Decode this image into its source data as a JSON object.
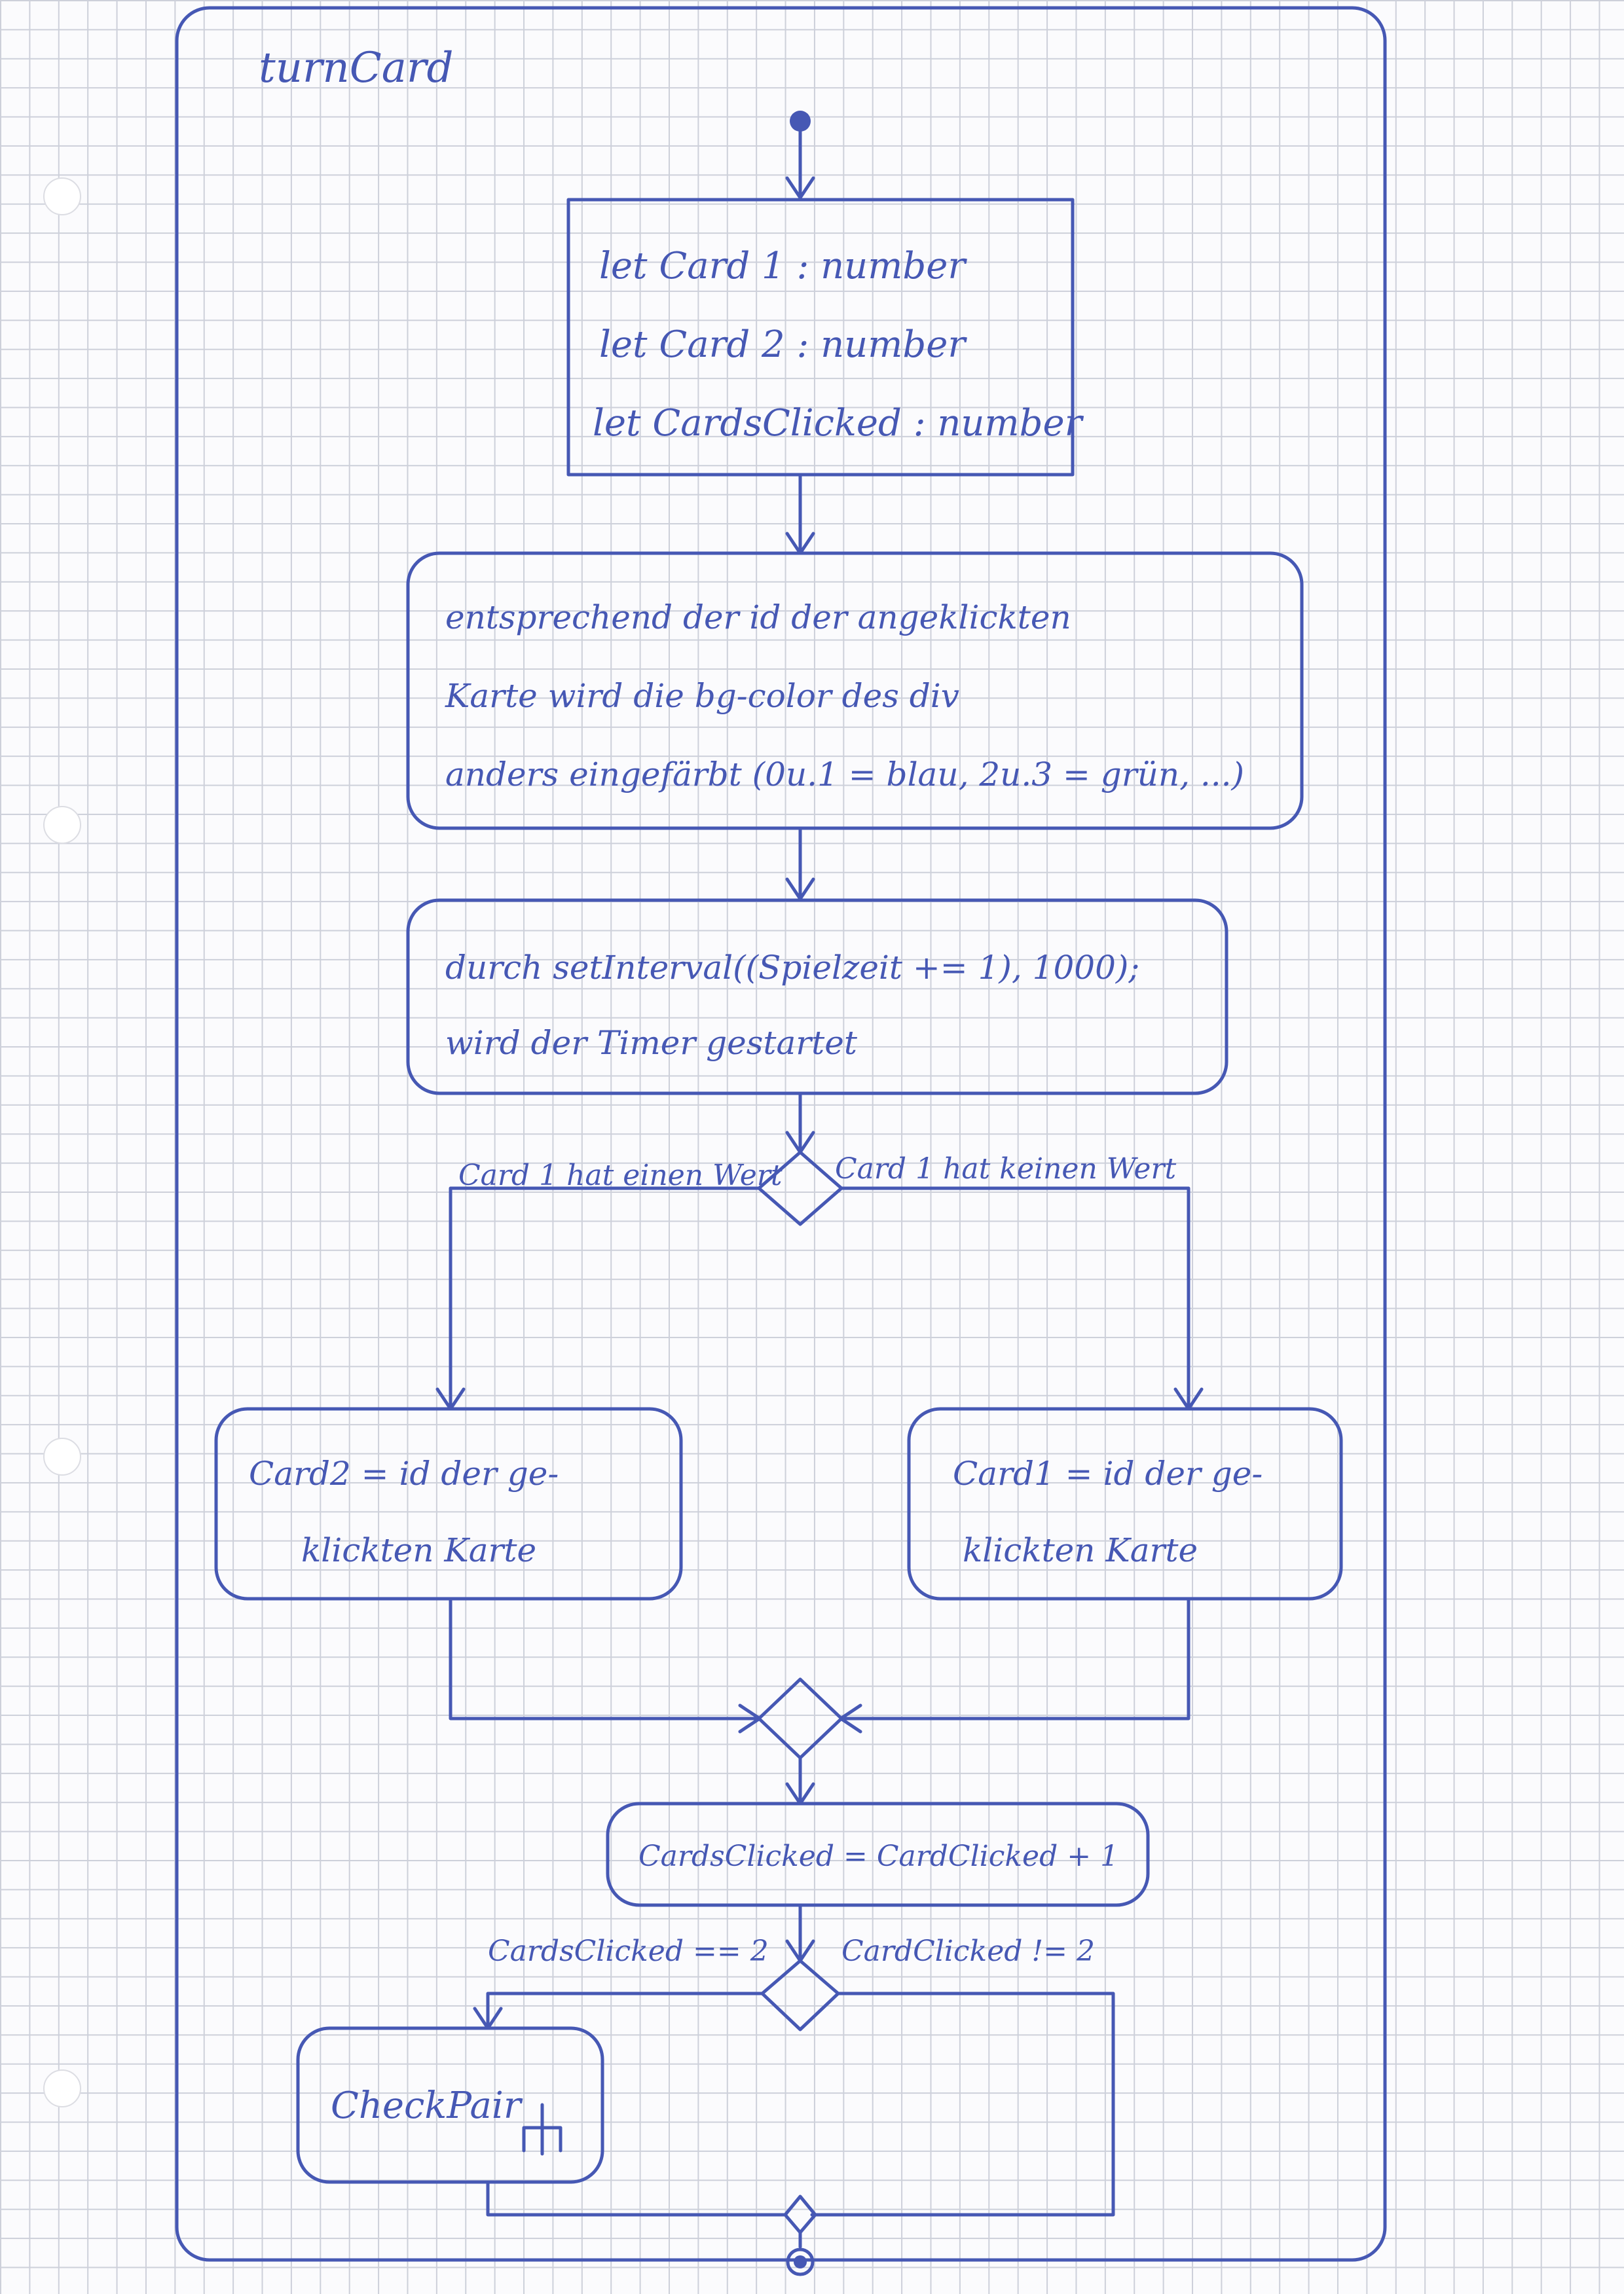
{
  "frame": {
    "title": "turnCard"
  },
  "declarations": [
    "let Card 1 : number",
    "let Card 2 : number",
    "let CardsClicked : number"
  ],
  "actions": {
    "color_card": [
      "entsprechend der id der angeklickten",
      "Karte wird die bg-color des div",
      "anders eingefärbt (0u.1 = blau, 2u.3 = grün, ...)"
    ],
    "start_timer": [
      "durch setInterval((Spielzeit += 1), 1000);",
      "wird der Timer gestartet"
    ],
    "set_card2": [
      "Card2 = id der ge-",
      "klickten Karte"
    ],
    "set_card1": [
      "Card1 = id der ge-",
      "klickten Karte"
    ],
    "increment_clicked": "CardsClicked = CardClicked + 1",
    "check_pair": "CheckPair"
  },
  "guards": {
    "card1_has_value": "Card 1 hat einen Wert",
    "card1_no_value": "Card 1 hat keinen Wert",
    "clicked_eq_2": "CardsClicked == 2",
    "clicked_neq_2": "CardClicked != 2"
  }
}
